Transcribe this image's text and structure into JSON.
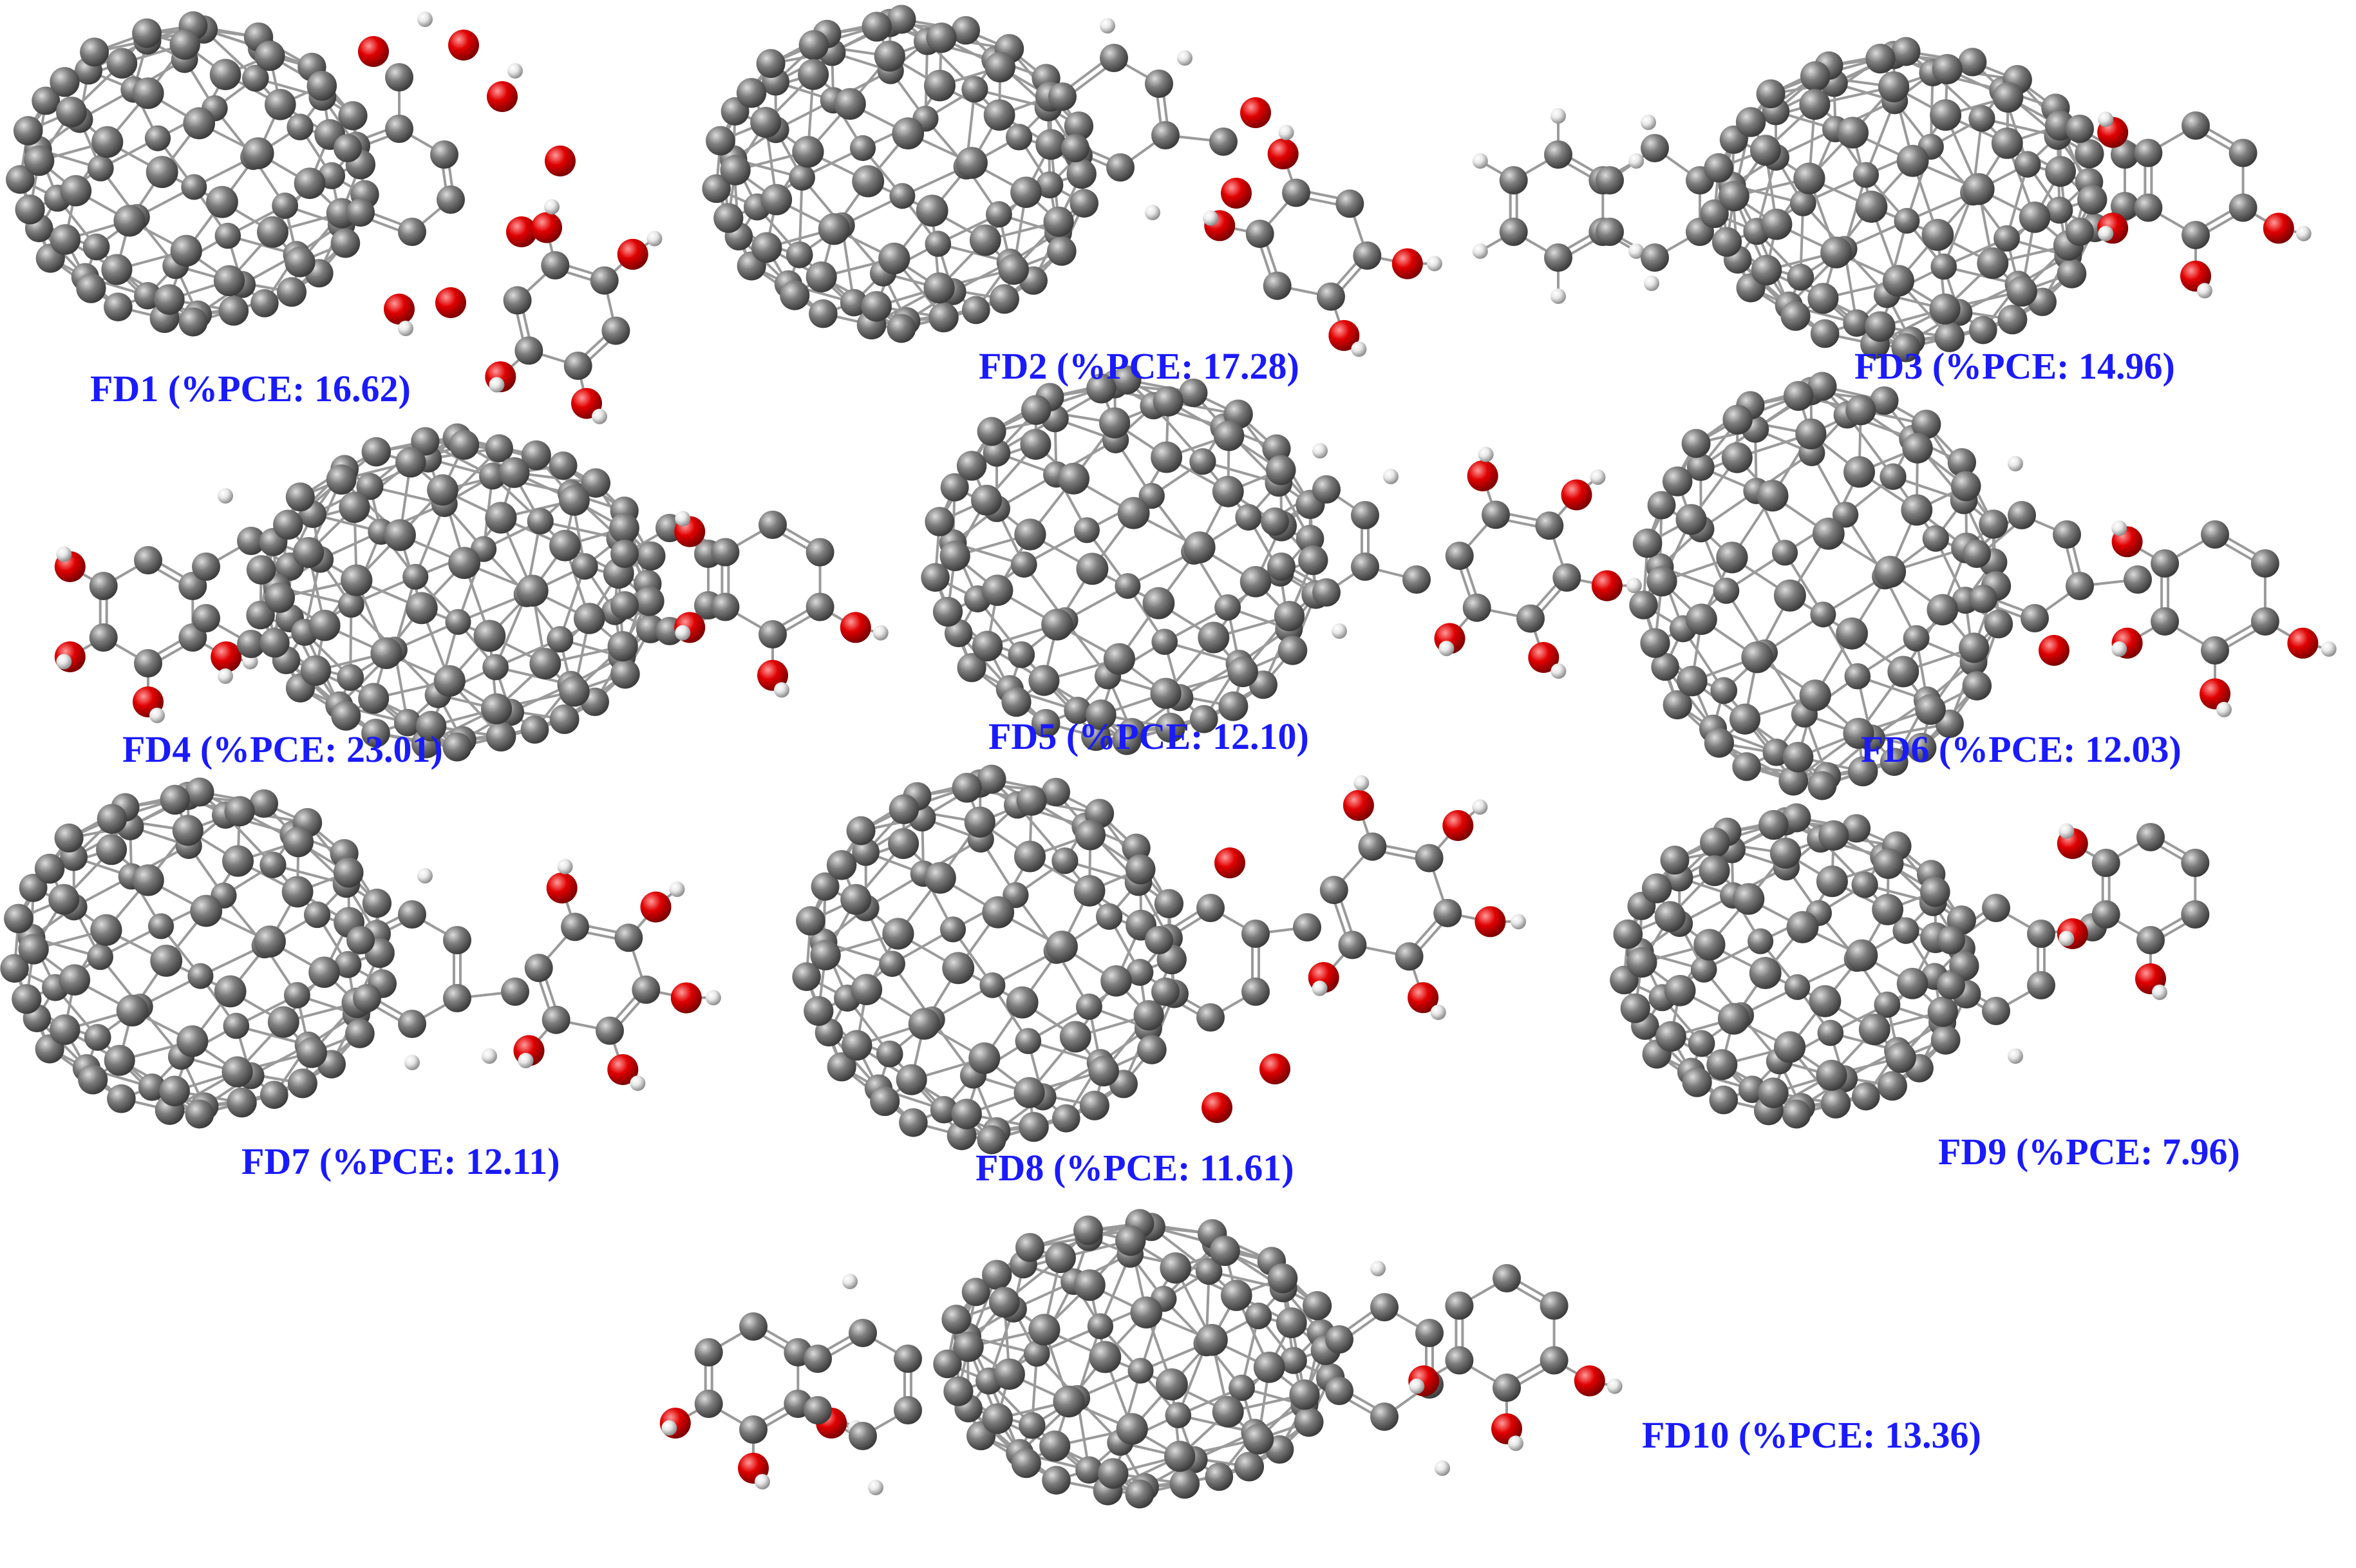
{
  "colors": {
    "label": "#1a1aff",
    "carbon": "#7d7d7d",
    "carbon_edge": "#3a3a3a",
    "oxygen": "#e00000",
    "oxygen_edge": "#7a0000",
    "hydrogen": "#e8e8e8",
    "hydrogen_edge": "#8a8a8a",
    "bond": "#9a9a9a"
  },
  "molecules": [
    {
      "id": "FD1",
      "label": "FD1 (%PCE: 16.62)",
      "pce": 16.62
    },
    {
      "id": "FD2",
      "label": "FD2 (%PCE: 17.28)",
      "pce": 17.28
    },
    {
      "id": "FD3",
      "label": "FD3 (%PCE: 14.96)",
      "pce": 14.96
    },
    {
      "id": "FD4",
      "label": "FD4 (%PCE: 23.01)",
      "pce": 23.01
    },
    {
      "id": "FD5",
      "label": "FD5 (%PCE: 12.10)",
      "pce": 12.1
    },
    {
      "id": "FD6",
      "label": "FD6 (%PCE: 12.03)",
      "pce": 12.03
    },
    {
      "id": "FD7",
      "label": "FD7 (%PCE: 12.11)",
      "pce": 12.11
    },
    {
      "id": "FD8",
      "label": "FD8 (%PCE: 11.61)",
      "pce": 11.61
    },
    {
      "id": "FD9",
      "label": "FD9 (%PCE: 7.96)",
      "pce": 7.96
    },
    {
      "id": "FD10",
      "label": "FD10 (%PCE: 13.36)",
      "pce": 13.36
    }
  ]
}
